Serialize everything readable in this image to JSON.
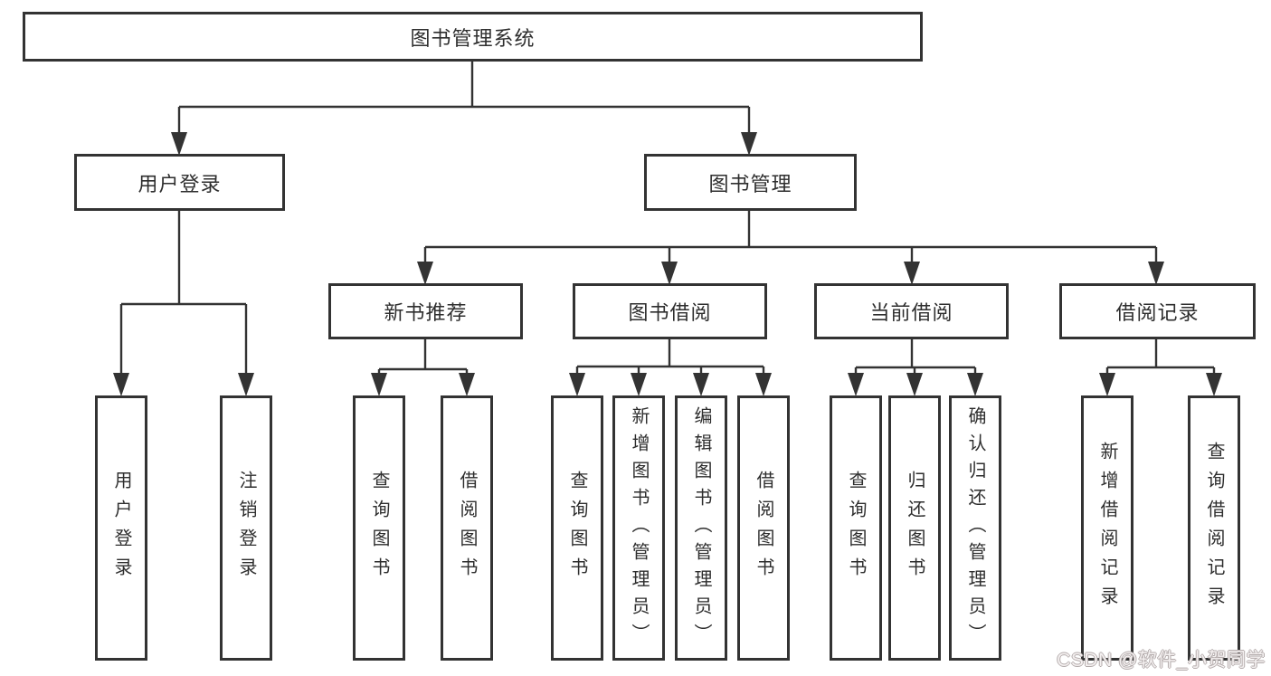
{
  "tree": {
    "root": "图书管理系统",
    "branches": [
      {
        "label": "用户登录",
        "children": [
          "用户登录",
          "注销登录"
        ]
      },
      {
        "label": "图书管理",
        "groups": [
          {
            "label": "新书推荐",
            "children": [
              "查询图书",
              "借阅图书"
            ]
          },
          {
            "label": "图书借阅",
            "children": [
              "查询图书",
              "新增图书（管理员）",
              "编辑图书（管理员）",
              "借阅图书"
            ]
          },
          {
            "label": "当前借阅",
            "children": [
              "查询图书",
              "归还图书",
              "确认归还（管理员）"
            ]
          },
          {
            "label": "借阅记录",
            "children": [
              "新增借阅记录",
              "查询借阅记录"
            ]
          }
        ]
      }
    ]
  },
  "watermark": {
    "text": "CSDN @软件_小贺同学"
  },
  "colors": {
    "line": "#333333",
    "text": "#2e2e2e",
    "watermark": "#b3abab"
  }
}
